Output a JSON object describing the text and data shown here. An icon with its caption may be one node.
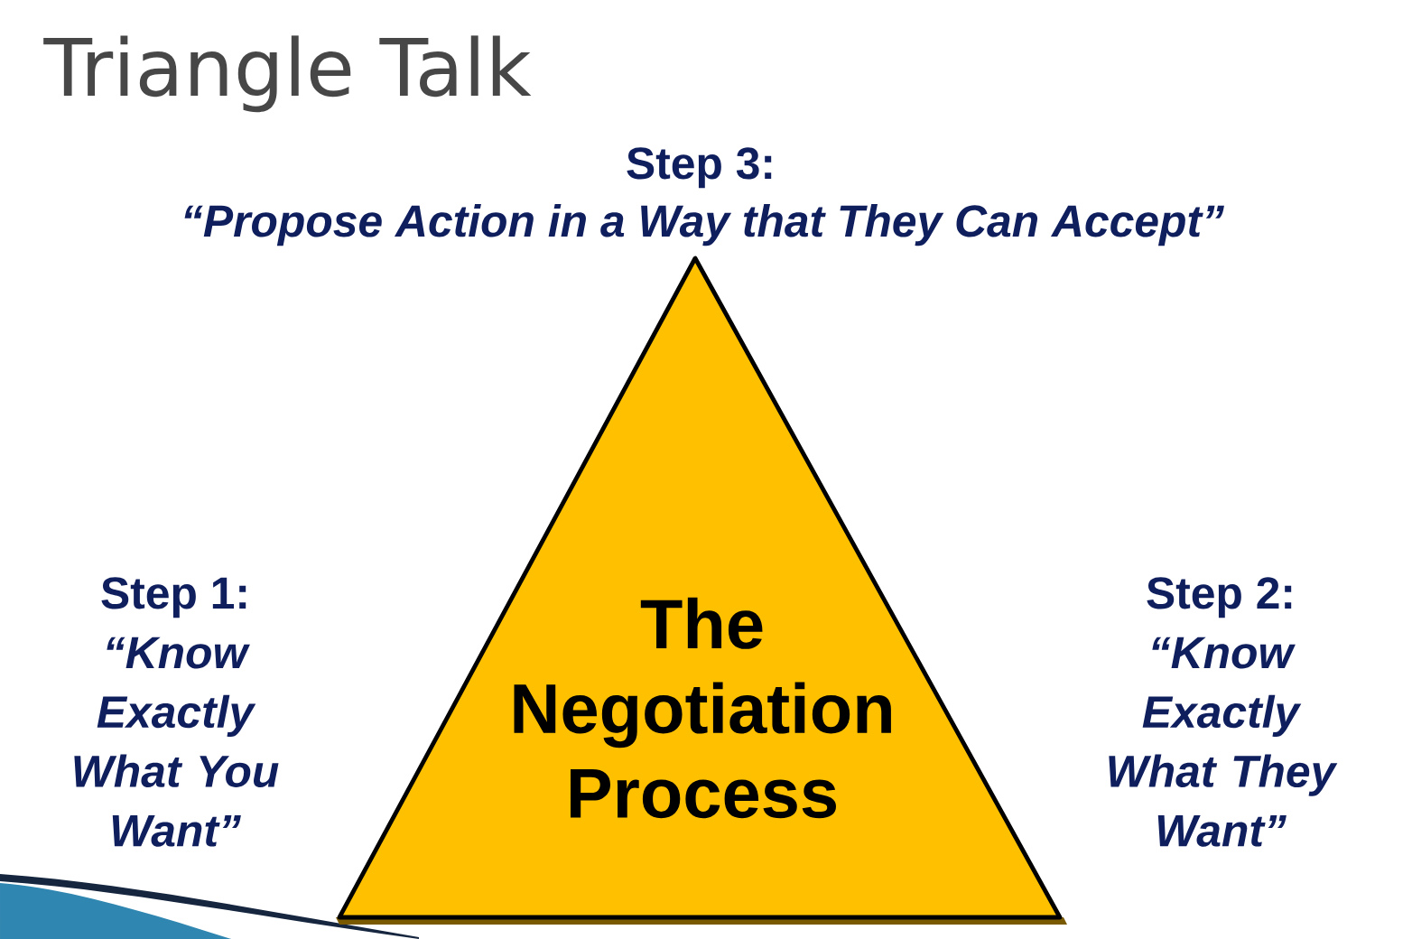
{
  "diagram": {
    "title": "Triangle Talk",
    "nodes": [
      {
        "text": [
          "The Negotiation Process"
        ],
        "beside": [
          "Step 3:",
          "“Propose Action in a Way that They Can Accept”",
          "Step 1:",
          "“Know Exactly What You Want”",
          "Step 2:",
          "“Know Exactly What They Want”"
        ]
      }
    ]
  }
}
